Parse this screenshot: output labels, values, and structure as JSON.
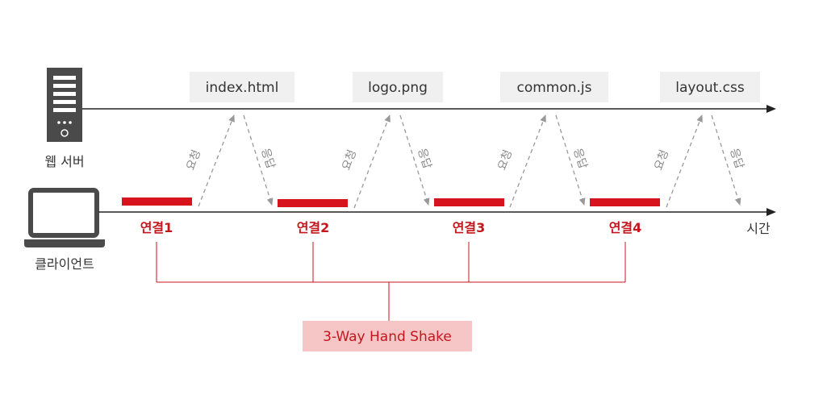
{
  "server": {
    "label": "웹 서버",
    "icon": "server-icon"
  },
  "client": {
    "label": "클라이언트",
    "icon": "laptop-icon"
  },
  "time_label": "시간",
  "resources": [
    "index.html",
    "logo.png",
    "common.js",
    "layout.css"
  ],
  "request_label": "요청",
  "response_label": "응답",
  "connections": [
    "연결1",
    "연결2",
    "연결3",
    "연결4"
  ],
  "handshake_label": "3-Way Hand Shake",
  "colors": {
    "accent": "#d7141e",
    "accent_text": "#c4161c",
    "handshake_box": "#f6c6c6",
    "resource_box": "#f0f0f0",
    "line": "#222222",
    "dashed": "#999999",
    "icon": "#4a4a4a"
  }
}
